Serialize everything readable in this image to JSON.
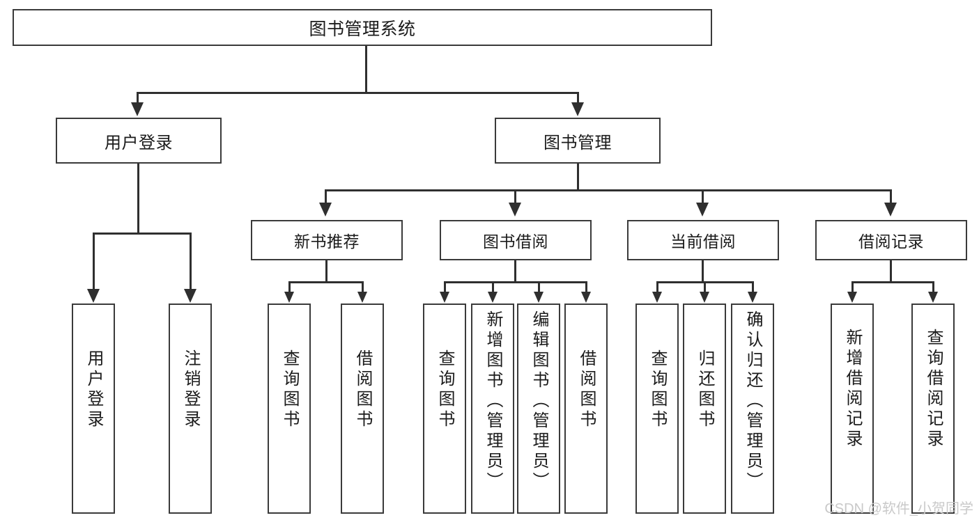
{
  "diagram": {
    "title": "图书管理系统",
    "type": "tree",
    "root": {
      "label": "图书管理系统"
    },
    "level2": [
      {
        "label": "用户登录"
      },
      {
        "label": "图书管理"
      }
    ],
    "level3": [
      {
        "label": "新书推荐"
      },
      {
        "label": "图书借阅"
      },
      {
        "label": "当前借阅"
      },
      {
        "label": "借阅记录"
      }
    ],
    "leaves": {
      "user_login": [
        {
          "label": "用户登录"
        },
        {
          "label": "注销登录"
        }
      ],
      "new_book_recommend": [
        {
          "label": "查询图书"
        },
        {
          "label": "借阅图书"
        }
      ],
      "book_borrow": [
        {
          "label": "查询图书"
        },
        {
          "label": "新增图书（管理员）"
        },
        {
          "label": "编辑图书（管理员）"
        },
        {
          "label": "借阅图书"
        }
      ],
      "current_borrow": [
        {
          "label": "查询图书"
        },
        {
          "label": "归还图书"
        },
        {
          "label": "确认归还（管理员）"
        }
      ],
      "borrow_record": [
        {
          "label": "新增借阅记录"
        },
        {
          "label": "查询借阅记录"
        }
      ]
    }
  },
  "watermark": {
    "text": "CSDN @软件_小贺同学"
  },
  "colors": {
    "background": "#ffffff",
    "box_border": "#3a3a3a",
    "connector": "#2f2f2f",
    "text": "#1b1b1b",
    "watermark": "#c9c9c9"
  }
}
